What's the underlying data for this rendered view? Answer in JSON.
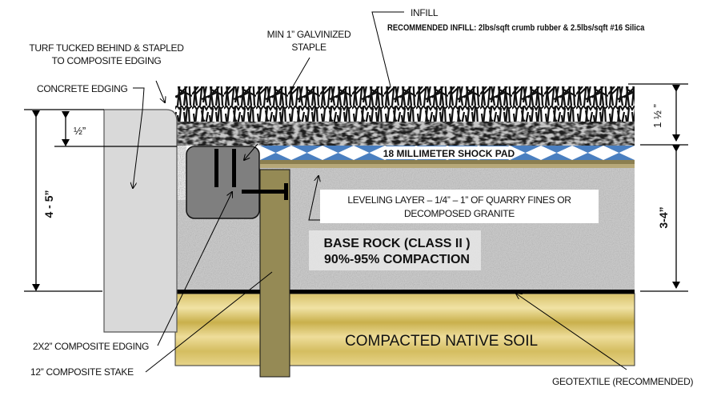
{
  "title": "Synthetic Turf Installation Cross-Section",
  "labels": {
    "turf_tucked_line1": "TURF TUCKED BEHIND & STAPLED",
    "turf_tucked_line2": "TO COMPOSITE EDGING",
    "concrete_edging": "CONCRETE EDGING",
    "staple_line1": "MIN 1” GALVINIZED",
    "staple_line2": "STAPLE",
    "infill": "INFILL",
    "recommended_infill": "RECOMMENDED INFILL:  2lbs/sqft crumb rubber & 2.5lbs/sqft #16 Silica",
    "shock_pad": "18 MILLIMETER SHOCK PAD",
    "leveling_line1": "LEVELING LAYER – 1/4” – 1” OF QUARRY FINES OR",
    "leveling_line2": "DECOMPOSED GRANITE",
    "base_rock_line1": "BASE ROCK (CLASS II )",
    "base_rock_line2": "90%-95% COMPACTION",
    "native_soil": "COMPACTED NATIVE SOIL",
    "composite_edging": "2X2” COMPOSITE EDGING",
    "composite_stake": "12” COMPOSITE STAKE",
    "geotextile": "GEOTEXTILE (RECOMMENDED)"
  },
  "dimensions": {
    "half_inch": "½”",
    "four_five": "4 - 5”",
    "one_half": "1 ½ ”",
    "three_four": "3-4”"
  },
  "colors": {
    "concrete": "#d9d9d9",
    "edging": "#7f7f7f",
    "stake": "#958a55",
    "shock_pad": "#4a7fc0",
    "soil_light": "#ecdc98",
    "soil_dark": "#c8b04a",
    "base_rock": "#b4b4b4",
    "leveling": "#8c7f50"
  }
}
